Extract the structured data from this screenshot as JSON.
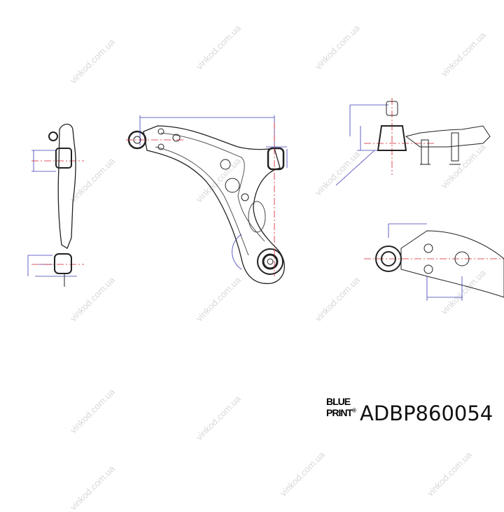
{
  "watermark": "vinkod.com.ua",
  "brand": {
    "line1": "BLUE",
    "line2": "PRINT",
    "mark": "®"
  },
  "part_number": "ADBP860054",
  "colors": {
    "outline": "#222222",
    "dimension": "#3b3bb5",
    "centerline": "#d8202a",
    "watermark": "#d8d8d8"
  }
}
